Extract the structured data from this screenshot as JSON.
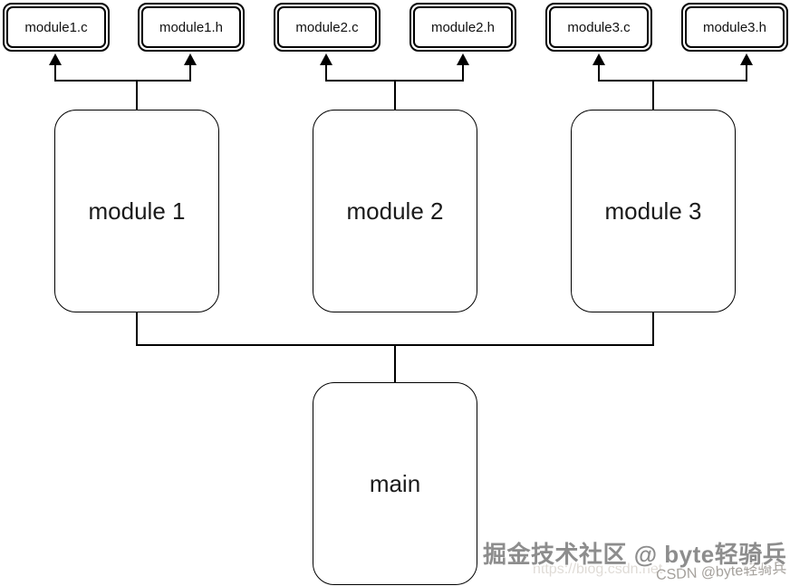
{
  "diagram": {
    "file_boxes": [
      {
        "label": "module1.c"
      },
      {
        "label": "module1.h"
      },
      {
        "label": "module2.c"
      },
      {
        "label": "module2.h"
      },
      {
        "label": "module3.c"
      },
      {
        "label": "module3.h"
      }
    ],
    "module_boxes": [
      {
        "label": "module 1"
      },
      {
        "label": "module 2"
      },
      {
        "label": "module 3"
      }
    ],
    "main_box": {
      "label": "main"
    },
    "icons": {
      "arrowhead": "up-triangle"
    },
    "colors": {
      "line": "#000000",
      "box_background": "#ffffff",
      "text": "#1a1a1a"
    }
  },
  "watermark": {
    "community": "掘金技术社区 @ byte轻骑兵",
    "url": "https://blog.csdn.net",
    "csdn": "CSDN @byte轻骑兵",
    "colors": {
      "community": "#8d8d8d",
      "csdn": "#a5a19c",
      "url": "#d8d3cd"
    }
  }
}
